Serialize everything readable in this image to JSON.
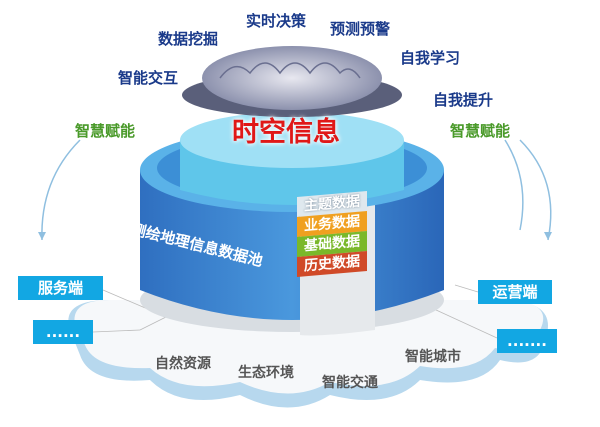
{
  "top_labels": [
    "数据挖掘",
    "实时决策",
    "预测预警",
    "自我学习",
    "智能交互",
    "自我提升"
  ],
  "title": "时空信息",
  "empower_left": "智慧赋能",
  "empower_right": "智慧赋能",
  "pool_label": "测绘地理信息数据池",
  "data_tags": [
    {
      "label": "主题数据",
      "color": "#dfe8ee"
    },
    {
      "label": "业务数据",
      "color": "#f0a020"
    },
    {
      "label": "基础数据",
      "color": "#7ab82a"
    },
    {
      "label": "历史数据",
      "color": "#d04a28"
    }
  ],
  "left_boxes": [
    "服务端",
    "......"
  ],
  "right_boxes": [
    "运营端",
    "......."
  ],
  "cloud_labels": [
    "自然资源",
    "生态环境",
    "智能交通",
    "智能城市"
  ]
}
